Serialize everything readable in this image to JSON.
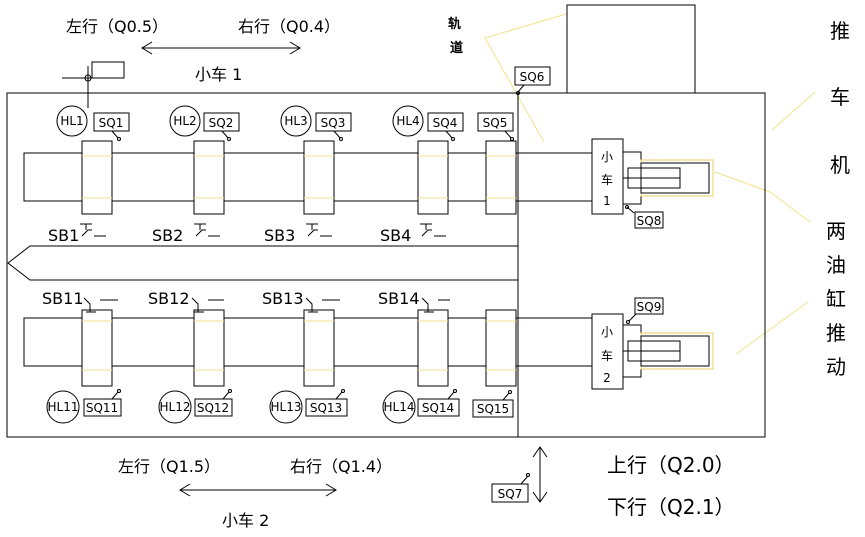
{
  "car1": {
    "left_label": "左行（Q0.5）",
    "right_label": "右行（Q0.4）",
    "name": "小车  1"
  },
  "car2": {
    "left_label": "左行（Q1.5）",
    "right_label": "右行（Q1.4）",
    "name": "小车  2"
  },
  "track": {
    "char1": "轨",
    "char2": "道"
  },
  "pusher_label": [
    "推",
    "车",
    "机"
  ],
  "cylinder_label": [
    "两",
    "油",
    "缸",
    "推",
    "动"
  ],
  "up_label": "上行（Q2.0）",
  "down_label": "下行（Q2.1）",
  "top_lamps": [
    "HL1",
    "HL2",
    "HL3",
    "HL4"
  ],
  "top_switches": [
    "SQ1",
    "SQ2",
    "SQ3",
    "SQ4",
    "SQ5"
  ],
  "top_buttons": [
    "SB1",
    "SB2",
    "SB3",
    "SB4"
  ],
  "bottom_buttons": [
    "SB11",
    "SB12",
    "SB13",
    "SB14"
  ],
  "bottom_lamps": [
    "HL11",
    "HL12",
    "HL13",
    "HL14"
  ],
  "bottom_switches": [
    "SQ11",
    "SQ12",
    "SQ13",
    "SQ14",
    "SQ15"
  ],
  "sq6": "SQ6",
  "sq7": "SQ7",
  "sq8": "SQ8",
  "sq9": "SQ9",
  "trolley1": {
    "line1": "小",
    "line2": "车",
    "line3": "1"
  },
  "trolley2": {
    "line1": "小",
    "line2": "车",
    "line3": "2"
  }
}
